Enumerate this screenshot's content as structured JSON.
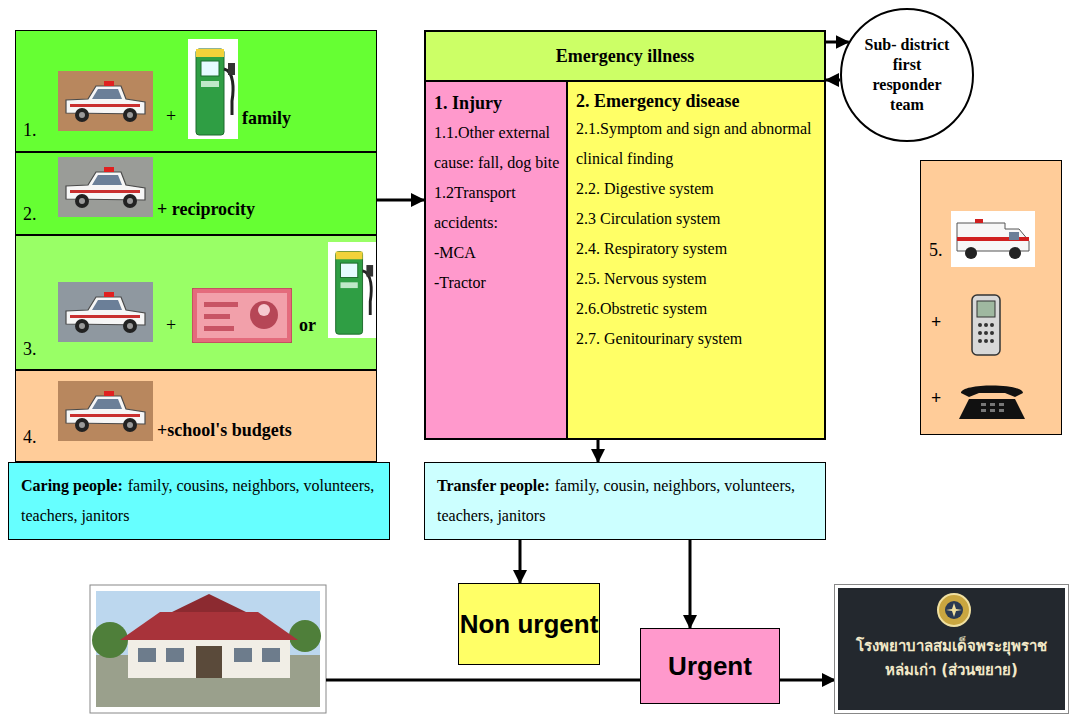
{
  "diagram": {
    "nodes": [
      {
        "text": [
          "1.",
          "+",
          "family"
        ]
      },
      {
        "text": [
          "2.",
          "+ reciprocity"
        ]
      },
      {
        "text": [
          "3.",
          "+",
          "or"
        ]
      },
      {
        "text": [
          "4.",
          "+school's budgets"
        ]
      },
      {
        "text": [
          "Caring people:",
          "family, cousins, neighbors, volunteers, teachers, janitors"
        ]
      },
      {
        "text": [
          "Emergency illness"
        ]
      },
      {
        "text": [
          "1. Injury",
          "1.1.Other external cause: fall, dog bite",
          "1.2Transport accidents:",
          "-MCA",
          "-Tractor"
        ],
        "in": 5
      },
      {
        "text": [
          "2. Emergency disease",
          "2.1.Symptom and sign and abnormal clinical finding",
          "2.2. Digestive system",
          "2.3 Circulation system",
          "2.4. Respiratory system",
          "2.5. Nervous system",
          "2.6.Obstretic system",
          "2.7. Genitourinary system"
        ],
        "in": 5
      },
      {
        "text": [
          "Sub- district first responder team"
        ]
      },
      {
        "text": [
          "5.",
          "+",
          "+"
        ]
      },
      {
        "text": [
          "Transfer people:",
          "family, cousin, neighbors, volunteers, teachers, janitors"
        ]
      },
      {
        "text": [
          "Non urgent"
        ]
      },
      {
        "text": [
          "Urgent"
        ]
      },
      {
        "text": [
          "โรงพยาบาลสมเด็จพระยุพราช หล่มเก่า (ส่วนขยาย)"
        ]
      }
    ],
    "edges": [
      {
        "from": 1,
        "to": 5,
        "arrow": "to"
      },
      {
        "from": 5,
        "to": 8,
        "arrow": "to"
      },
      {
        "from": 8,
        "to": 5,
        "arrow": "to"
      },
      {
        "from": 5,
        "to": 10,
        "arrow": "to"
      },
      {
        "from": 10,
        "to": 11,
        "arrow": "to"
      },
      {
        "from": 10,
        "to": 12,
        "arrow": "to"
      },
      {
        "from": 12,
        "to": 13,
        "arrow": "to"
      }
    ]
  }
}
